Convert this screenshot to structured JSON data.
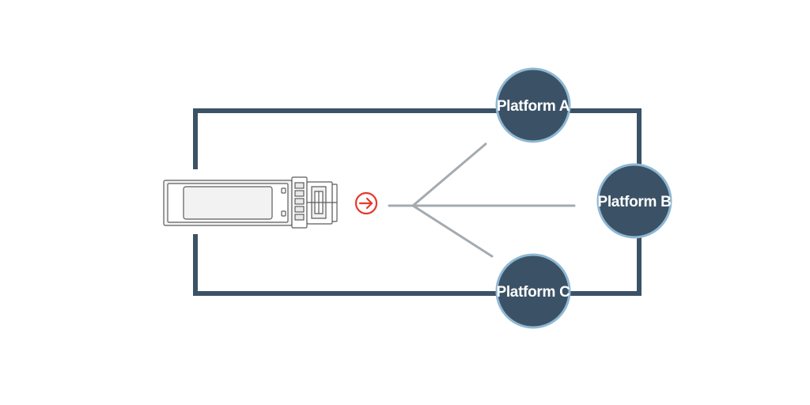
{
  "diagram": {
    "nodes": [
      {
        "id": "a",
        "label": "Platform A"
      },
      {
        "id": "b",
        "label": "Platform B"
      },
      {
        "id": "c",
        "label": "Platform C"
      }
    ],
    "icons": {
      "module": "sfp-transceiver-icon",
      "arrow": "arrow-right-circle-icon"
    },
    "colors": {
      "loop": "#3b5266",
      "node_fill": "#3b5266",
      "node_stroke": "#8fb7d2",
      "branch": "#a3abb0",
      "arrow": "#e53a2c",
      "module_stroke": "#5c5c5c",
      "module_fill": "#eeeeee"
    }
  }
}
